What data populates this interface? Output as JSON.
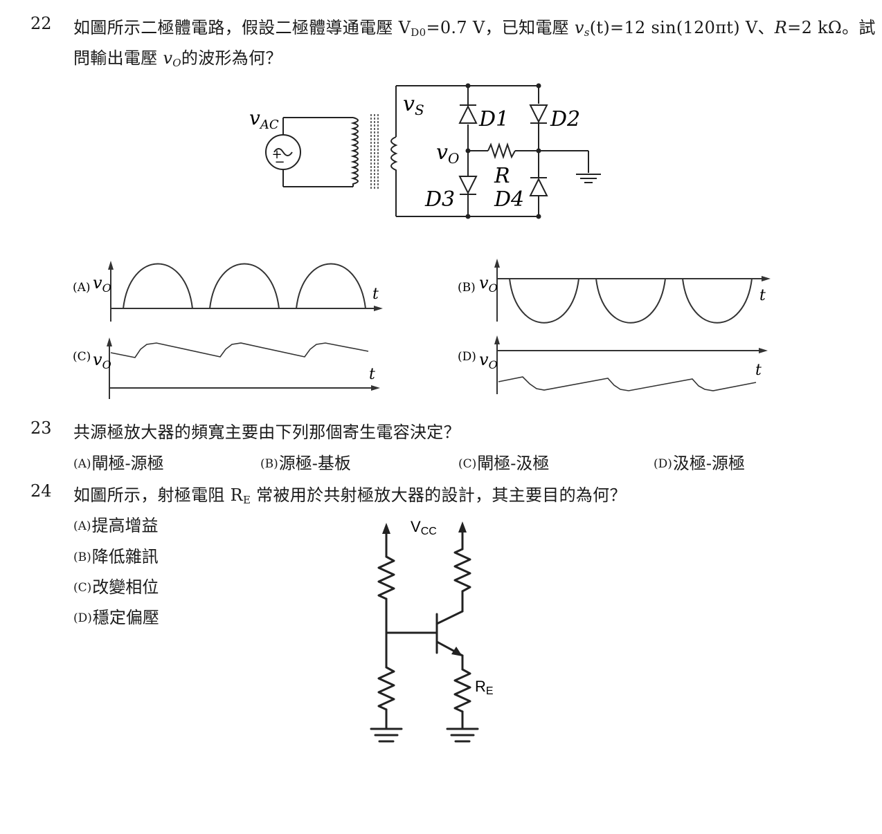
{
  "q22": {
    "number": "22",
    "line1": {
      "t1": "如圖所示二極體電路，假設二極體導通電壓 V",
      "t1_sub": "D0",
      "t2": "=0.7 V，已知電壓 ",
      "vs_var": "v",
      "vs_sub": "s",
      "t3": "(t)=12 sin(120πt) V、",
      "r_var": "R",
      "t4": "=2 kΩ。試"
    },
    "line2": {
      "t1": "問輸出電壓 ",
      "vo_var": "v",
      "vo_sub": "O",
      "t2": "的波形為何？"
    },
    "circuit_labels": {
      "vac": "v",
      "vac_sub": "AC",
      "vs": "v",
      "vs_sub": "S",
      "vo": "v",
      "vo_sub": "O",
      "d1": "D1",
      "d2": "D2",
      "d3": "D3",
      "d4": "D4",
      "r": "R"
    },
    "graph_options": [
      {
        "label": "(A)",
        "y": "v",
        "y_sub": "O",
        "x": "t"
      },
      {
        "label": "(B)",
        "y": "v",
        "y_sub": "O",
        "x": "t"
      },
      {
        "label": "(C)",
        "y": "v",
        "y_sub": "O",
        "x": "t"
      },
      {
        "label": "(D)",
        "y": "v",
        "y_sub": "O",
        "x": "t"
      }
    ]
  },
  "q23": {
    "number": "23",
    "text": "共源極放大器的頻寬主要由下列那個寄生電容決定？",
    "options": [
      {
        "label": "(A)",
        "text": "閘極-源極"
      },
      {
        "label": "(B)",
        "text": "源極-基板"
      },
      {
        "label": "(C)",
        "text": "閘極-汲極"
      },
      {
        "label": "(D)",
        "text": "汲極-源極"
      }
    ]
  },
  "q24": {
    "number": "24",
    "t1": "如圖所示，射極電阻 R",
    "t1_sub": "E",
    "t2": " 常被用於共射極放大器的設計，其主要目的為何？",
    "options": [
      {
        "label": "(A)",
        "text": "提高增益"
      },
      {
        "label": "(B)",
        "text": "降低雜訊"
      },
      {
        "label": "(C)",
        "text": "改變相位"
      },
      {
        "label": "(D)",
        "text": "穩定偏壓"
      }
    ],
    "circuit_labels": {
      "vcc": "V",
      "vcc_sub": "CC",
      "re": "R",
      "re_sub": "E"
    }
  }
}
